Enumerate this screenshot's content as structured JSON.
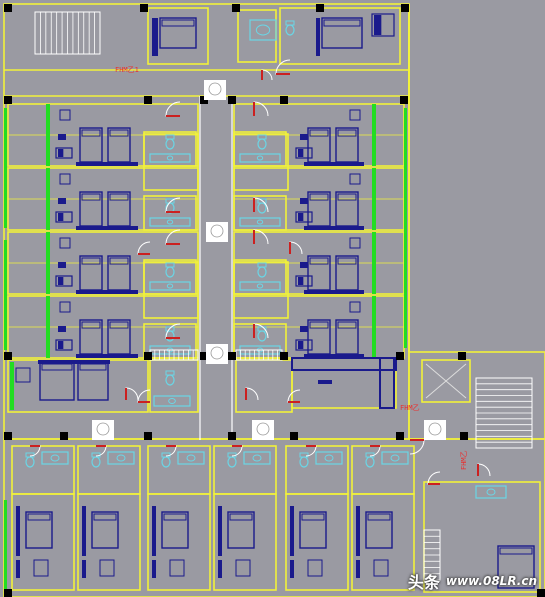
{
  "colors": {
    "background": "#9a9aa2",
    "wall": "#f2f23a",
    "wall_alt": "#ffffff",
    "furniture": "#1a1a8c",
    "fixture": "#6ad6e6",
    "window": "#22dd22",
    "door": "#cc2020",
    "stair": "#ffffff",
    "column": "#000000"
  },
  "labels": {
    "fire_door_top": "FHM乙1",
    "fire_door_mid_right": "FHM乙",
    "fire_door_right_vertical": "FHM乙"
  },
  "watermark": {
    "brand": "头条",
    "url": "www.08LR.cn"
  }
}
